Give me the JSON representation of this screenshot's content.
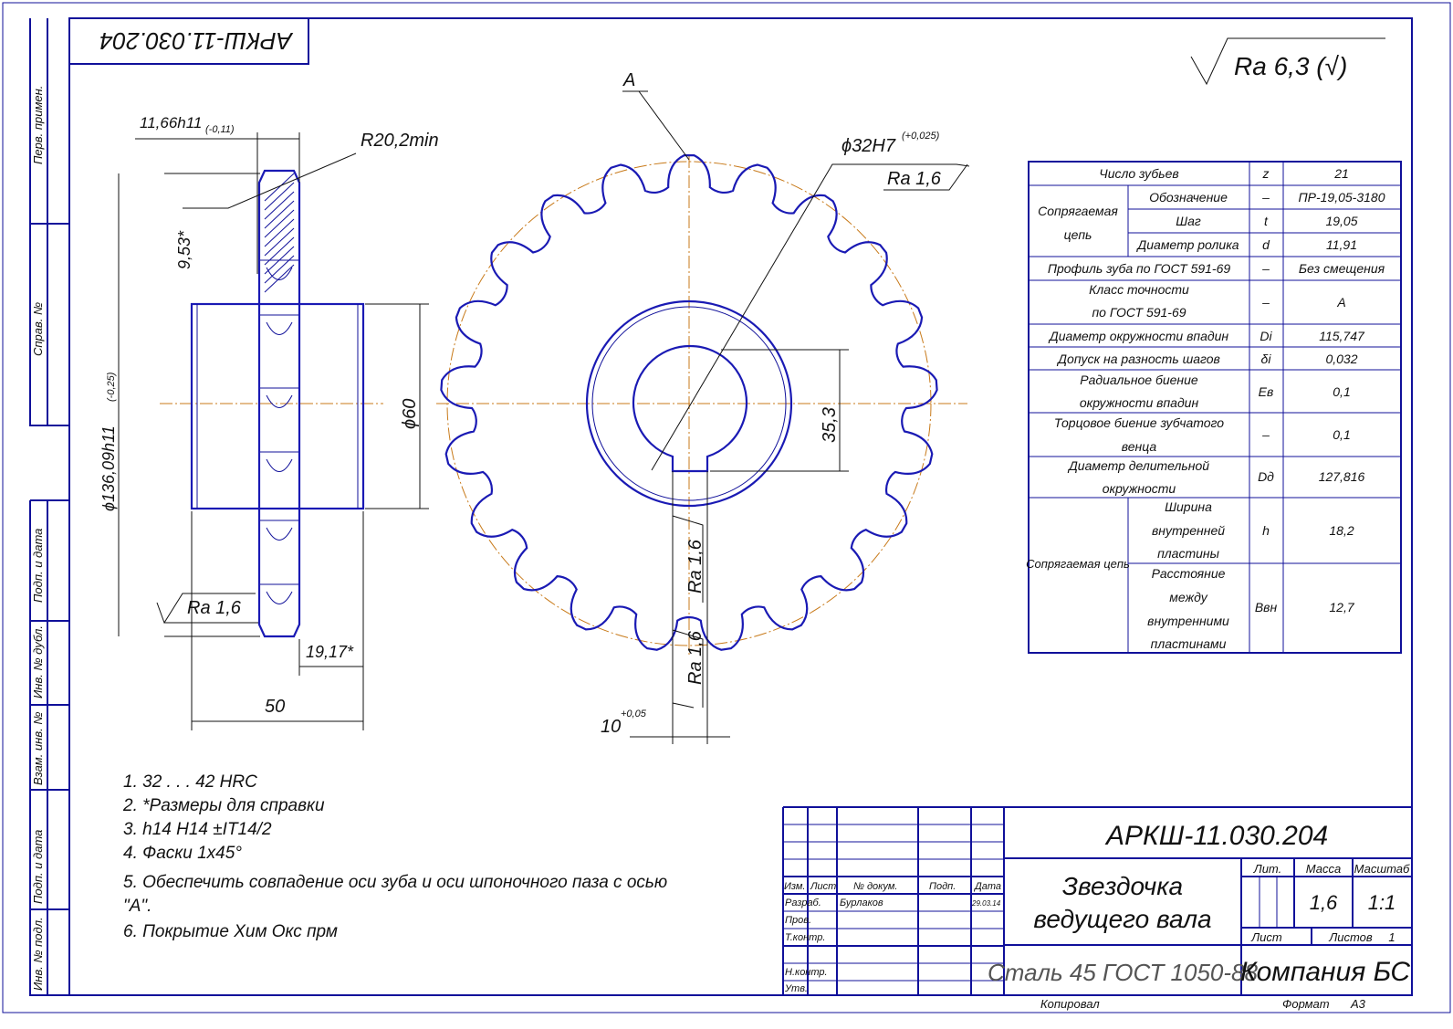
{
  "designation": "АРКШ-11.030.204",
  "designation_top": "АРКШ-11.030.204",
  "roughness_general": "Ra 6,3 (√)",
  "side_strip": [
    "Перв. примен.",
    "Справ. №",
    "Подп. и дата",
    "Инв. № дубл.",
    "Взам. инв. №",
    "Подп. и дата",
    "Инв. № подл."
  ],
  "dims": {
    "width_tooth": "11,66h11",
    "width_tol": "(-0,11)",
    "radius": "R20,2min",
    "h953": "9,53*",
    "dia_outer": "ϕ136,09h11",
    "dia_outer_tol": "(-0,25)",
    "dia_hub": "ϕ60",
    "ra_side": "Ra 1,6",
    "d1917": "19,17*",
    "d50": "50",
    "section_a": "A",
    "bore": "ϕ32H7",
    "bore_tol": "(+0,025)",
    "ra_bore": "Ra 1,6",
    "d353": "35,3",
    "ra_key1": "Ra 1,6",
    "ra_key2": "Ra 1,6",
    "key_w": "10",
    "key_tol": "+0,05"
  },
  "table": {
    "rows": [
      {
        "c1": "Число зубьев",
        "c2": "",
        "s": "z",
        "v": "21"
      },
      {
        "c1": "Сопрягаемая цепь",
        "c2": "Обозначение",
        "s": "–",
        "v": "ПР-19,05-3180"
      },
      {
        "c2": "Шаг",
        "s": "t",
        "v": "19,05"
      },
      {
        "c2": "Диаметр ролика",
        "s": "d",
        "v": "11,91"
      },
      {
        "c1": "Профиль зуба по ГОСТ 591-69",
        "s": "–",
        "v": "Без смещения"
      },
      {
        "c1a": "Класс точности",
        "c1b": "по ГОСТ 591-69",
        "s": "–",
        "v": "A"
      },
      {
        "c1": "Диаметр окружности впадин",
        "s": "Di",
        "v": "115,747"
      },
      {
        "c1": "Допуск на разность шагов",
        "s": "δi",
        "v": "0,032"
      },
      {
        "c1a": "Радиальное биение",
        "c1b": "окружности впадин",
        "s": "Ев",
        "v": "0,1"
      },
      {
        "c1a": "Торцовое биение зубчатого",
        "c1b": "венца",
        "s": "–",
        "v": "0,1"
      },
      {
        "c1a": "Диаметр делительной",
        "c1b": "окружности",
        "s": "Dд",
        "v": "127,816"
      },
      {
        "c1": "Сопрягаемая цепь",
        "c2a": "Ширина",
        "c2b": "внутренней",
        "c2c": "пластины",
        "s": "h",
        "v": "18,2"
      },
      {
        "c2a": "Расстояние",
        "c2b": "между",
        "c2c": "внутренними",
        "c2d": "пластинами",
        "s": "Ввн",
        "v": "12,7"
      }
    ]
  },
  "notes": [
    "1. 32 . . . 42 HRC",
    "2.  *Размеры для справки",
    "3. h14    H14    ±IT14/2",
    "4.  Фаски 1x45°",
    "5. Обеспечить совпадение оси зуба и оси шпоночного паза с осью",
    "\"A\".",
    "6. Покрытие Хим Окс прм"
  ],
  "title_block": {
    "h_izm": "Изм.",
    "h_list": "Лист",
    "h_doc": "№ докум.",
    "h_podp": "Подп.",
    "h_date": "Дата",
    "razrab": "Разраб.",
    "razrab_name": "Бурлаков",
    "razrab_date": "29.03.14",
    "prov": "Пров.",
    "tkontr": "Т.контр.",
    "nkontr": "Н.контр.",
    "utv": "Утв.",
    "name1": "Звездочка",
    "name2": "ведущего вала",
    "lit": "Лит.",
    "mass": "Масса",
    "scale": "Масштаб",
    "mass_v": "1,6",
    "scale_v": "1:1",
    "sheet": "Лист",
    "sheets": "Листов",
    "sheets_v": "1",
    "material": "Сталь 45  ГОСТ 1050-88",
    "company": "Компания БС",
    "copied": "Копировал",
    "format": "Формат",
    "format_v": "А3"
  }
}
